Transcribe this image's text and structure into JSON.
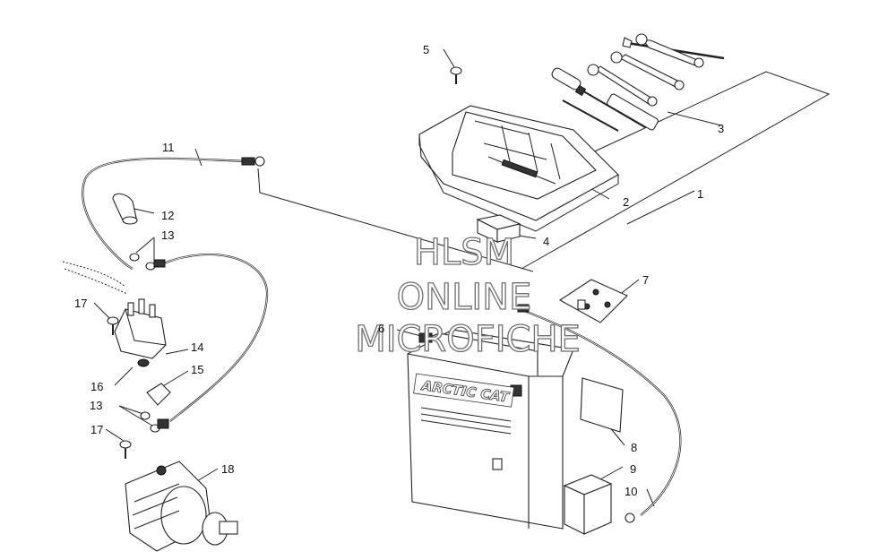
{
  "watermark": {
    "line1": "HLSM",
    "line2": "ONLINE",
    "line3": "MICROFICHE"
  },
  "battery": {
    "brand": "ARCTIC CAT"
  },
  "callouts": [
    "1",
    "2",
    "3",
    "4",
    "5",
    "6",
    "7",
    "8",
    "9",
    "10",
    "11",
    "12",
    "13",
    "13",
    "14",
    "15",
    "16",
    "17",
    "17",
    "18"
  ]
}
